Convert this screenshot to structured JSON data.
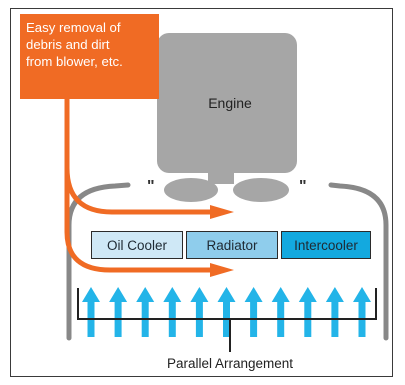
{
  "callout": {
    "lines": [
      "Easy removal of",
      "debris and dirt",
      "from blower, etc."
    ]
  },
  "engine": {
    "label": "Engine"
  },
  "coolers": [
    {
      "label": "Oil Cooler"
    },
    {
      "label": "Radiator"
    },
    {
      "label": "Intercooler"
    }
  ],
  "caption": "Parallel Arrangement",
  "colors": {
    "orange": "#f06b24",
    "engine_gray": "#a6a6a6",
    "hood_gray": "#888888",
    "arrow_blue": "#23b4e8",
    "oil_cooler": "#cfe8f6",
    "radiator": "#8fcdec",
    "intercooler": "#13a9df"
  },
  "airflow_arrow_count": 11
}
